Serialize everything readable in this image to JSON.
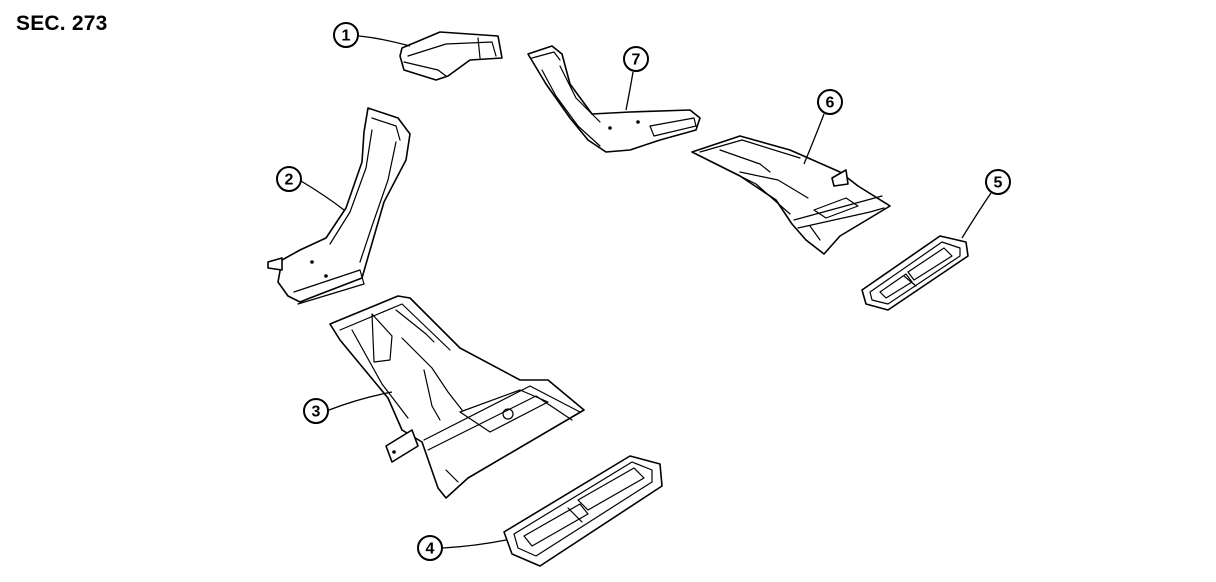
{
  "header": {
    "section_code": "SEC. 273"
  },
  "colors": {
    "line": "#000000",
    "background": "#ffffff"
  },
  "callouts": [
    {
      "id": "1",
      "label": "1"
    },
    {
      "id": "2",
      "label": "2"
    },
    {
      "id": "3",
      "label": "3"
    },
    {
      "id": "4",
      "label": "4"
    },
    {
      "id": "5",
      "label": "5"
    },
    {
      "id": "6",
      "label": "6"
    },
    {
      "id": "7",
      "label": "7"
    }
  ]
}
